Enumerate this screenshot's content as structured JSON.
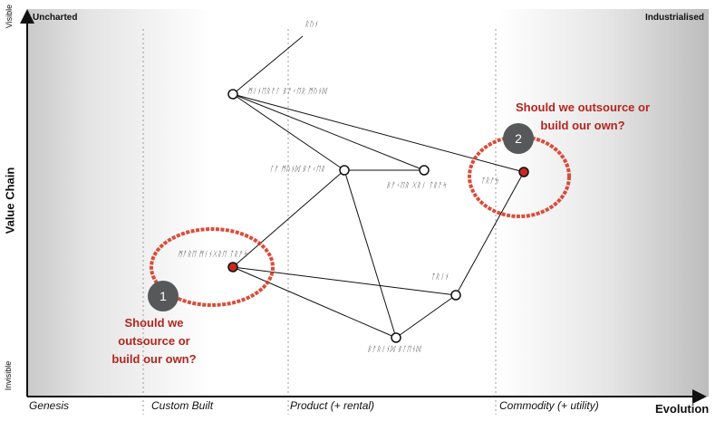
{
  "corners": {
    "left": "Uncharted",
    "right": "Industrialised"
  },
  "y_axis": {
    "title": "Value Chain",
    "top": "Visible",
    "bottom": "Invisible"
  },
  "x_axis": {
    "title": "Evolution",
    "stages": [
      "Genesis",
      "Custom Built",
      "Product (+ rental)",
      "Commodity (+ utility)"
    ]
  },
  "components": [
    {
      "id": "user",
      "label": "ᚱᚢᚾ",
      "highlight": false
    },
    {
      "id": "top",
      "label": "ᛗᛁᚾᛖᚱᚨᛚ ᛒᚨᚲᛖᚱ ᛗᚢᚾᛞ",
      "highlight": false
    },
    {
      "id": "mid",
      "label": "ᛚᚨ ᛗᚢᚾᛞ ᛒᚨᚲᛖᚱ",
      "highlight": false
    },
    {
      "id": "mid2",
      "label": "ᛒᚨᚲᛖᚱ ᚷᚱᛁ ᛏᚱᚨᛋ",
      "highlight": false
    },
    {
      "id": "right",
      "label": "ᛏᚱᚨᛋ",
      "highlight": true
    },
    {
      "id": "left",
      "label": "ᛗᚨᚱᛖ ᛗᛁᚾᚷᚱᛖ ᛏᚱᚨᛋ",
      "highlight": true
    },
    {
      "id": "lowr",
      "label": "ᛏᚱᛁᚾ",
      "highlight": false
    },
    {
      "id": "bottom",
      "label": "ᛒᚨᚱᛁᚾᛞ ᛒᛚᛖᚾᛞ",
      "highlight": false
    }
  ],
  "links": [
    [
      "user",
      "top"
    ],
    [
      "top",
      "mid"
    ],
    [
      "top",
      "mid2"
    ],
    [
      "top",
      "right"
    ],
    [
      "mid",
      "mid2"
    ],
    [
      "mid",
      "left"
    ],
    [
      "mid",
      "bottom"
    ],
    [
      "left",
      "lowr"
    ],
    [
      "left",
      "bottom"
    ],
    [
      "bottom",
      "lowr"
    ],
    [
      "lowr",
      "right"
    ]
  ],
  "callouts": [
    {
      "number": "1",
      "question_lines": [
        "Should we",
        "outsource or",
        "build our own?"
      ]
    },
    {
      "number": "2",
      "question_lines": [
        "Should we outsource or",
        "build our own?"
      ]
    }
  ],
  "colors": {
    "highlight": "#c62a1e",
    "badge": "#56585a",
    "question": "#b3261e"
  }
}
